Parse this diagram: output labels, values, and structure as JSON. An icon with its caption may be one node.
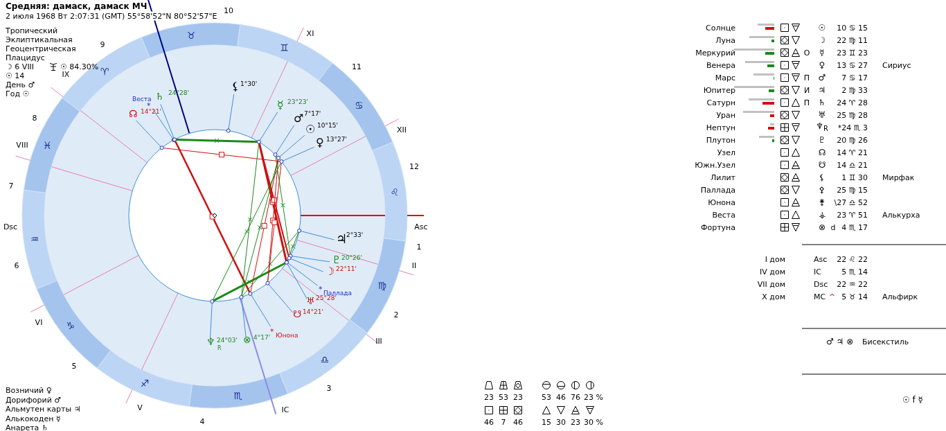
{
  "diagram": {
    "title": "Средняя: дамаск, дамаск МЧ",
    "labels": [
      "2 июля 1968 Вт 2:07:31 (GMT) 55°58'52\"N 80°52'57\"E",
      "Тропический",
      "Эклиптикальная",
      "Геоцентрическая",
      "Плацидус",
      "☽ 6 VIII",
      "☉ 84.30%",
      "☉ 14",
      "День ♂",
      "Год ☉",
      "1",
      "2",
      "3",
      "4",
      "5",
      "6",
      "7",
      "8",
      "9",
      "10",
      "11",
      "12",
      "II",
      "III",
      "V",
      "VI",
      "VIII",
      "IX",
      "XI",
      "XII",
      "Dsc",
      "Asc",
      "IC",
      "♈",
      "♉",
      "♊",
      "♋",
      "♌",
      "♍",
      "♎",
      "♏",
      "♐",
      "♑",
      "♒",
      "♓",
      "⚸",
      "1°30'",
      "☿",
      "23°23'",
      "♂",
      "7°17'",
      "☉",
      "10°15'",
      "♀",
      "13°27'",
      "♃",
      "2°33'",
      "♇",
      "20°26'",
      "☽",
      "22°11'",
      "*",
      "Паллада",
      "♅",
      "25°28'",
      "☋",
      "14°21'",
      "*",
      "Юнона",
      "⊗",
      "4°17'",
      "♆",
      "24°03'",
      "R",
      "Веста",
      "*",
      "☊",
      "14°21'",
      "♄",
      "24°28'",
      "Солнце",
      "☉",
      "10 ♋ 15",
      "Луна",
      "☽",
      "22 ♍ 11",
      "Меркурий",
      "О",
      "☿",
      "23 ♊ 23",
      "Венера",
      "♀",
      "13 ♋ 27",
      "Сириус",
      "Марс",
      "П",
      "♂",
      "7 ♋ 17",
      "Юпитер",
      "И",
      "♃",
      "2 ♍ 33",
      "Сатурн",
      "П",
      "♄",
      "24 ♈ 28",
      "Уран",
      "♅",
      "25 ♍ 28",
      "Нептун",
      "♆$_{R}$",
      "*24 ♏ 3",
      "Плутон",
      "♇",
      "20 ♍ 26",
      "Узел",
      "☊",
      "14 ♈ 21",
      "Южн.Узел",
      "☋",
      "14 ♎ 21",
      "Лилит",
      "⚸",
      "1 ♊ 30",
      "Мирфак",
      "Паллада",
      "⚴",
      "25 ♍ 15",
      "Юнона",
      "⚵",
      "\\27 ♎ 52",
      "Веста",
      "⚶",
      "23 ♈ 51",
      "Алькурха",
      "Фортуна",
      "⊗",
      "d",
      "4 ♏ 17",
      "I дом",
      "Asc",
      "22 ♌ 22",
      "IV дом",
      "IC",
      "5 ♏ 14",
      "VII дом",
      "Dsc",
      "22 ♒ 22",
      "X дом",
      "MC",
      "^",
      "5 ♉ 14",
      "Альфирк",
      "♂ ♃ ⊗",
      "Бисекстиль",
      "☉ f ☿",
      "Возничий ♀",
      "Дорифорий ♂",
      "Альмутен карты ♃",
      "Алькокоден ☿",
      "Анарета ♄",
      "23",
      "53",
      "23",
      "53",
      "46",
      "76",
      "23 %",
      "46",
      "7",
      "46",
      "15",
      "30",
      "23",
      "30 %"
    ]
  }
}
